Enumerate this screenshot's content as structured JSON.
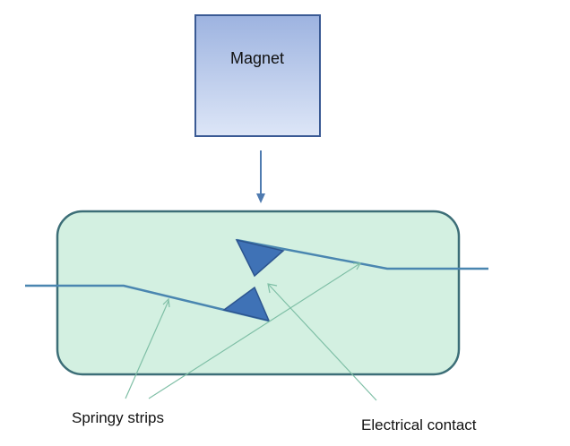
{
  "diagram": {
    "magnet_label": "Magnet",
    "labels": {
      "springy_strips": "Springy strips",
      "electrical_contact": "Electrical contact"
    }
  },
  "colors": {
    "magnet_fill_top": "#9db3e0",
    "magnet_fill_bottom": "#dde6f7",
    "magnet_stroke": "#3a5a94",
    "reed_fill": "#d3f0e1",
    "reed_stroke": "#3c6e77",
    "strip_color": "#4a86b0",
    "contact_fill": "#3f72b6",
    "contact_stroke": "#2d558f",
    "arrow_color": "#4f7bb0",
    "pointer_color": "#7fbfa6",
    "pointer_gray": "#8a9aa8"
  }
}
